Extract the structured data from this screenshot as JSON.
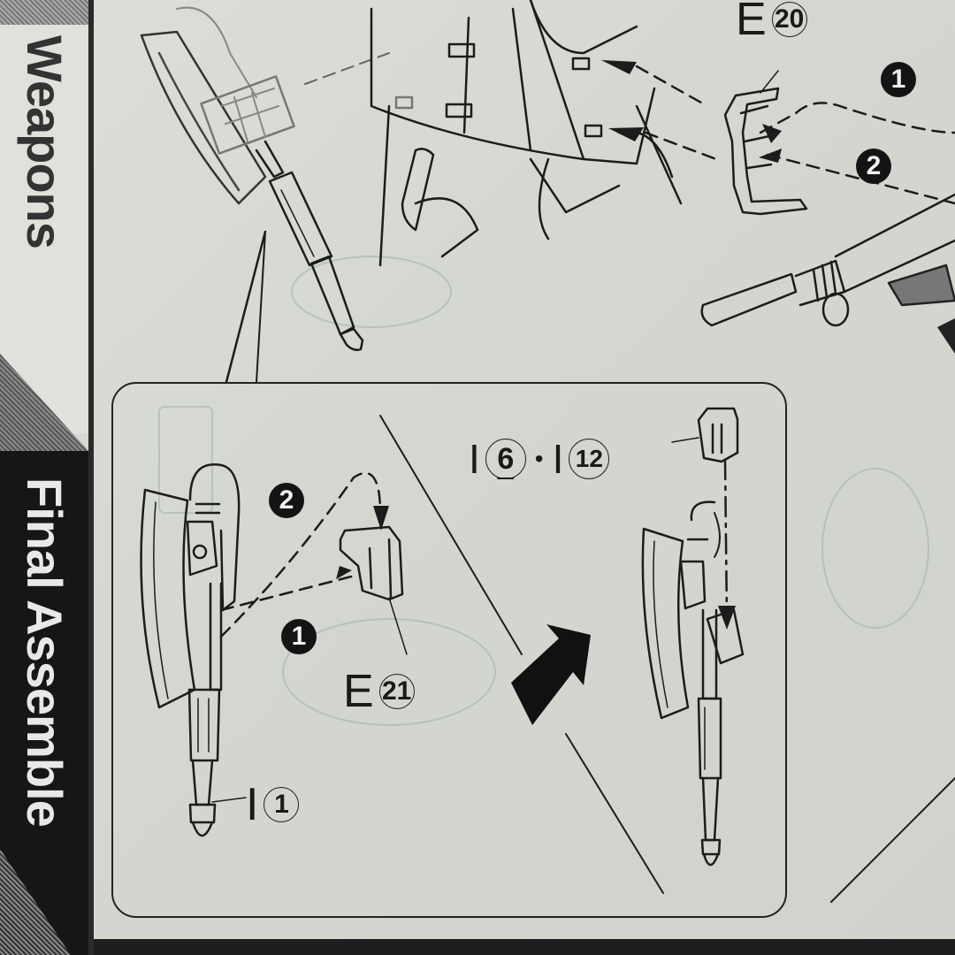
{
  "manual": {
    "type": "model kit assembly instructions",
    "side_tabs": [
      {
        "label": "Weapons",
        "style": "dark text on light"
      },
      {
        "label": "Final Assembly",
        "style": "light text on black",
        "visible_text": "Final Assemble"
      }
    ]
  },
  "top_section": {
    "part_label": {
      "runner": "E",
      "number": "20"
    },
    "steps": [
      {
        "number": "1"
      },
      {
        "number": "2"
      }
    ],
    "items": [
      "axe held in hand",
      "figure waist/skirt with slots",
      "rifle barrel"
    ]
  },
  "callout_panel": {
    "left_step": {
      "parts": [
        {
          "runner": "E",
          "number": "21"
        },
        {
          "runner": "I",
          "number": "1"
        }
      ],
      "steps": [
        {
          "number": "2"
        },
        {
          "number": "1"
        }
      ]
    },
    "right_step": {
      "parts_label": {
        "first": {
          "runner": "I",
          "number": "6",
          "underlined": true
        },
        "separator": "•",
        "second": {
          "runner": "I",
          "number": "12"
        }
      }
    },
    "arrow": "next-step-arrow"
  },
  "colors": {
    "paper": "#d6d9d1",
    "ink": "#1a1a1a",
    "tab_dark": "#161616"
  }
}
